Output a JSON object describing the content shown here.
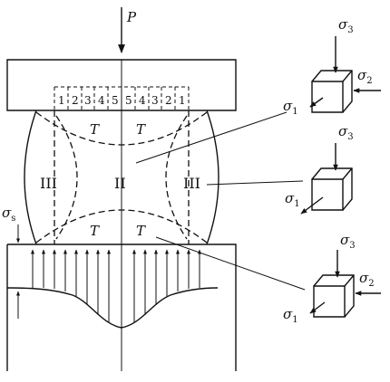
{
  "load_label": "P",
  "platen_numbers": [
    "1",
    "2",
    "3",
    "4",
    "5",
    "5",
    "4",
    "3",
    "2",
    "1"
  ],
  "zone_labels": {
    "top_left": "T",
    "top_right": "T",
    "center": "II",
    "left": "III",
    "right": "III",
    "bottom_left": "T",
    "bottom_right": "T"
  },
  "side_stress": {
    "symbol": "σ",
    "subscript": "s"
  },
  "stress_elements": [
    {
      "sigma3": {
        "symbol": "σ",
        "subscript": "3"
      },
      "sigma2": {
        "symbol": "σ",
        "subscript": "2"
      },
      "sigma1": {
        "symbol": "σ",
        "subscript": "1"
      }
    },
    {
      "sigma3": {
        "symbol": "σ",
        "subscript": "3"
      },
      "sigma1": {
        "symbol": "σ",
        "subscript": "1"
      }
    },
    {
      "sigma3": {
        "symbol": "σ",
        "subscript": "3"
      },
      "sigma2": {
        "symbol": "σ",
        "subscript": "2"
      },
      "sigma1": {
        "symbol": "σ",
        "subscript": "1"
      }
    }
  ]
}
